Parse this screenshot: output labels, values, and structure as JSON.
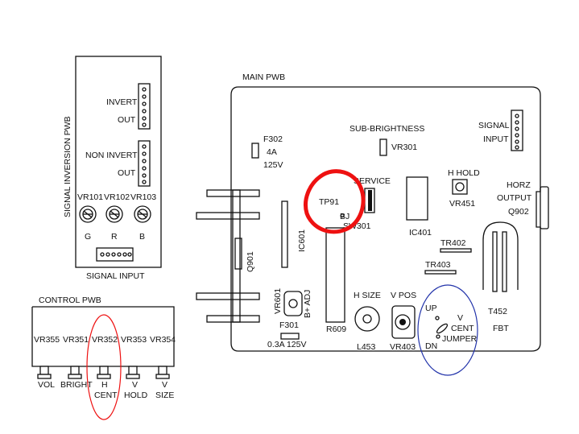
{
  "signal_inversion": {
    "title": "SIGNAL INVERSION PWB",
    "invert": [
      "INVERT",
      "OUT"
    ],
    "non_invert": [
      "NON INVERT",
      "OUT"
    ],
    "pots": [
      {
        "name": "VR101",
        "color": "G"
      },
      {
        "name": "VR102",
        "color": "R"
      },
      {
        "name": "VR103",
        "color": "B"
      }
    ],
    "signal_input": "SIGNAL INPUT"
  },
  "control": {
    "title": "CONTROL PWB",
    "controls": [
      {
        "name": "VR355",
        "func": [
          "VOL"
        ]
      },
      {
        "name": "VR351",
        "func": [
          "BRIGHT"
        ]
      },
      {
        "name": "VR352",
        "func": [
          "H",
          "CENT"
        ]
      },
      {
        "name": "VR353",
        "func": [
          "V",
          "HOLD"
        ]
      },
      {
        "name": "VR354",
        "func": [
          "V",
          "SIZE"
        ]
      }
    ]
  },
  "main": {
    "title": "MAIN PWB",
    "f302": [
      "F302",
      "4A",
      "125V"
    ],
    "sub_brightness": "SUB-BRIGHTNESS",
    "vr301": "VR301",
    "signal_input": [
      "SIGNAL",
      "INPUT"
    ],
    "tp91": "TP91",
    "bj": "BJ",
    "service": "SERVICE",
    "sw301": "SW301",
    "ic601": "IC601",
    "ic401": "IC401",
    "h_hold": "H HOLD",
    "vr451": "VR451",
    "horz_output": [
      "HORZ",
      "OUTPUT",
      "Q902"
    ],
    "tr402": "TR402",
    "tr403": "TR403",
    "q901": "Q901",
    "vr601": "VR601",
    "b_adj": "B+ ADJ",
    "f301": [
      "F301",
      "0.3A  125V"
    ],
    "r609": "R609",
    "h_size": "H SIZE",
    "l453": "L453",
    "v_pos": "V POS",
    "vr403": "VR403",
    "jumper": {
      "up": "UP",
      "dn": "DN",
      "v": "V",
      "cent": "CENT",
      "label": "JUMPER"
    },
    "t452": "T452",
    "fbt": "FBT"
  },
  "highlights": {
    "red": "#ee1111",
    "blue": "#2233aa"
  }
}
